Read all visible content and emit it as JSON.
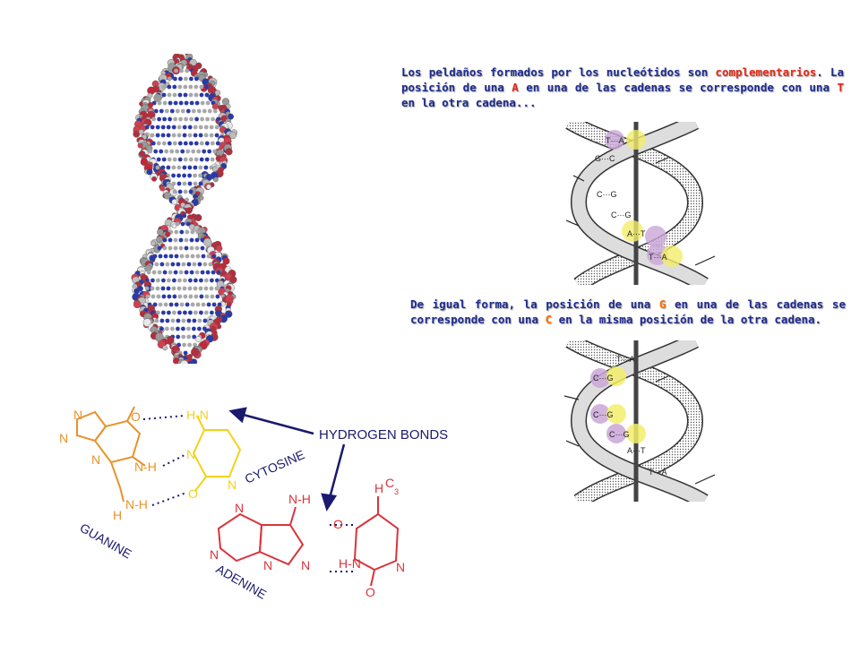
{
  "text1": {
    "part1": "Los peldaños formados por los nucleótidos son ",
    "highlight1": "complementarios",
    "part2": ". La posición de una ",
    "highlight2": "A",
    "part3": " en una de las cadenas se corresponde con una ",
    "highlight3": "T",
    "part4": " en la otra cadena..."
  },
  "text2": {
    "part1": "De igual forma, la posición de una ",
    "highlight1": "G",
    "part2": " en una de las cadenas se corresponde con una ",
    "highlight2": "C",
    "part3": " en la misma posición de la otra cadena."
  },
  "helix_top_pairs": [
    "T···A",
    "G···C",
    "C···G",
    "C···G",
    "A···T",
    "T···A"
  ],
  "helix_bottom_pairs": [
    "T···A",
    "C···G",
    "C···G",
    "C···G",
    "A···T",
    "T···A"
  ],
  "chem": {
    "hydrogen_bonds": "HYDROGEN BONDS",
    "cytosine": "CYTOSINE",
    "guanine": "GUANINE",
    "adenine": "ADENINE",
    "atoms_n": "N",
    "atoms_o": "O",
    "nh": "N-H",
    "hn": "H-N",
    "nhh": "N-H",
    "h": "H",
    "hc": "H",
    "c3": "C",
    "sub3": "3"
  },
  "colors": {
    "text_blue": "#1e2a8c",
    "highlight_red": "#e02a1a",
    "highlight_orange": "#ff6a00",
    "guanine_orange": "#e8932a",
    "cytosine_yellow": "#f2d21a",
    "adenine_red": "#d8343c",
    "arrow_navy": "#1a1a6e",
    "circle_purple": "#c9a6d8",
    "circle_yellow": "#f3ee6a"
  }
}
